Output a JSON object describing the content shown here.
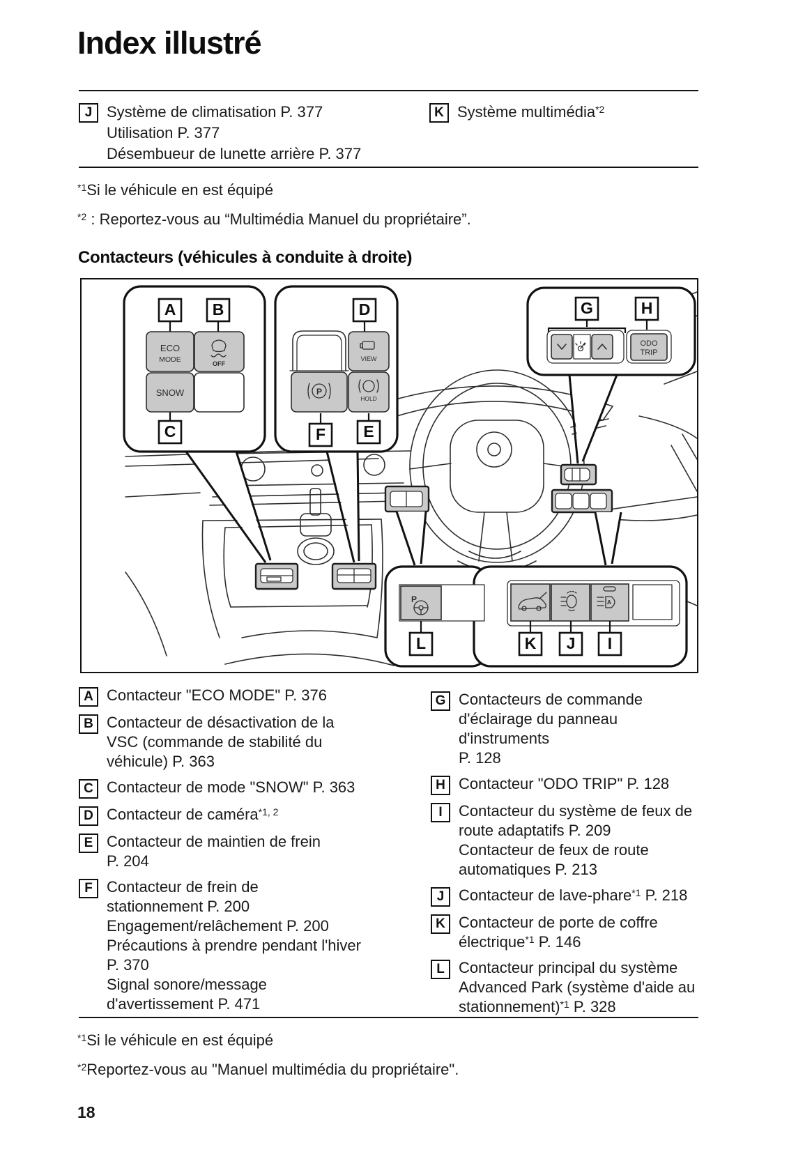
{
  "title": "Index illustré",
  "page_number": "18",
  "section_heading": "Contacteurs (véhicules à conduite à droite)",
  "top_index": {
    "items": [
      {
        "marker": "J",
        "lines": [
          "Système de climatisation P. 377",
          "Utilisation P. 377",
          "Désembueur de lunette arrière P. 377"
        ]
      },
      {
        "marker": "K",
        "lines": [
          "Système multimédia^{*2}"
        ]
      }
    ]
  },
  "footnotes_top": [
    "^{*1}Si le véhicule en est équipé",
    "^{*2} : Reportez-vous au “Multimédia Manuel du propriétaire”."
  ],
  "footnotes_bottom": [
    "^{*1}Si le véhicule en est équipé",
    "^{*2}Reportez-vous au \"Manuel multimédia du propriétaire\"."
  ],
  "diagram": {
    "labels": {
      "a": "A",
      "b": "B",
      "c": "C",
      "d": "D",
      "e": "E",
      "f": "F",
      "g": "G",
      "h": "H",
      "i": "I",
      "j": "J",
      "k": "K",
      "l": "L"
    },
    "buttons": {
      "eco_top": "ECO",
      "eco_bottom": "MODE",
      "snow": "SNOW",
      "vsc_off": "OFF",
      "view": "VIEW",
      "hold": "HOLD",
      "odo_top": "ODO",
      "odo_bottom": "TRIP",
      "parking_brake": "P",
      "advanced_park": "P",
      "auto_high_beam": "A"
    }
  },
  "legend": {
    "left": [
      {
        "marker": "A",
        "lines": [
          "Contacteur \"ECO MODE\" P. 376"
        ]
      },
      {
        "marker": "B",
        "lines": [
          "Contacteur de désactivation de la",
          "VSC (commande de stabilité du",
          "véhicule) P. 363"
        ]
      },
      {
        "marker": "C",
        "lines": [
          "Contacteur de mode \"SNOW\" P. 363"
        ]
      },
      {
        "marker": "D",
        "lines": [
          "Contacteur de caméra^{*1, 2}"
        ]
      },
      {
        "marker": "E",
        "lines": [
          "Contacteur de maintien de frein",
          "P. 204"
        ]
      },
      {
        "marker": "F",
        "lines": [
          "Contacteur de frein de",
          "stationnement P. 200",
          "Engagement/relâchement P. 200",
          "Précautions à prendre pendant l'hiver",
          "P. 370",
          "Signal sonore/message",
          "d'avertissement P. 471"
        ]
      }
    ],
    "right": [
      {
        "marker": "G",
        "lines": [
          "Contacteurs de commande",
          "d'éclairage du panneau d'instruments",
          "P. 128"
        ]
      },
      {
        "marker": "H",
        "lines": [
          "Contacteur \"ODO TRIP\" P. 128"
        ]
      },
      {
        "marker": "I",
        "lines": [
          "Contacteur du système de feux de",
          "route adaptatifs P. 209",
          "Contacteur de feux de route",
          "automatiques P. 213"
        ]
      },
      {
        "marker": "J",
        "lines": [
          "Contacteur de lave-phare^{*1} P. 218"
        ]
      },
      {
        "marker": "K",
        "lines": [
          "Contacteur de porte de coffre",
          "électrique^{*1} P. 146"
        ]
      },
      {
        "marker": "L",
        "lines": [
          "Contacteur principal du système",
          "Advanced Park (système d'aide au",
          "stationnement)^{*1} P. 328"
        ]
      }
    ]
  },
  "colors": {
    "ink": "#111111",
    "button_gray": "#c9c9c9",
    "background": "#ffffff"
  }
}
